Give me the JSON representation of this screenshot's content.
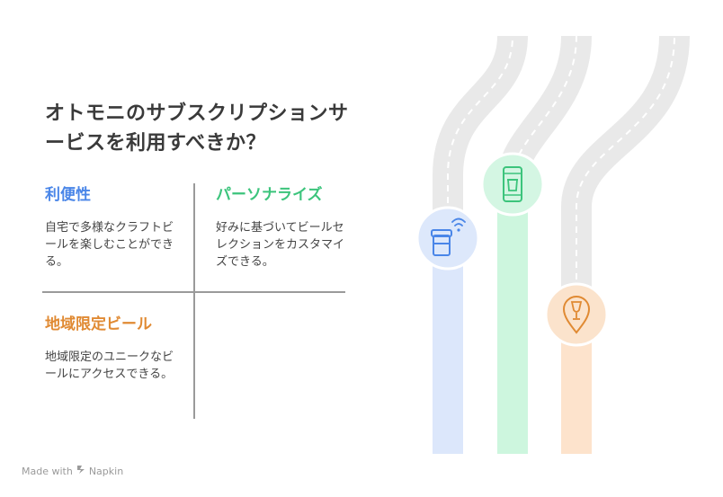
{
  "title": "オトモニのサブスクリプションサービスを利用すべきか？",
  "quadrants": [
    {
      "heading": "利便性",
      "description": "自宅で多様なクラフトビールを楽しむことができる。",
      "color": "#4a86e8"
    },
    {
      "heading": "パーソナライズ",
      "description": "好みに基づいてビールセレクションをカスタマイズできる。",
      "color": "#3cc47c"
    },
    {
      "heading": "地域限定ビール",
      "description": "地域限定のユニークなビールにアクセスできる。",
      "color": "#e08a33"
    }
  ],
  "roads": [
    {
      "icon": "wifi-keg-icon",
      "color": "#4a86e8",
      "fill": "#dde8fb",
      "bar": "#dce7fb"
    },
    {
      "icon": "smartphone-beer-icon",
      "color": "#3cc47c",
      "fill": "#d4f6e3",
      "bar": "#cdf6de"
    },
    {
      "icon": "map-pin-glass-icon",
      "color": "#e08a33",
      "fill": "#fbe3cc",
      "bar": "#fde3cc"
    }
  ],
  "watermark": {
    "prefix": "Made with",
    "brand": "Napkin"
  }
}
